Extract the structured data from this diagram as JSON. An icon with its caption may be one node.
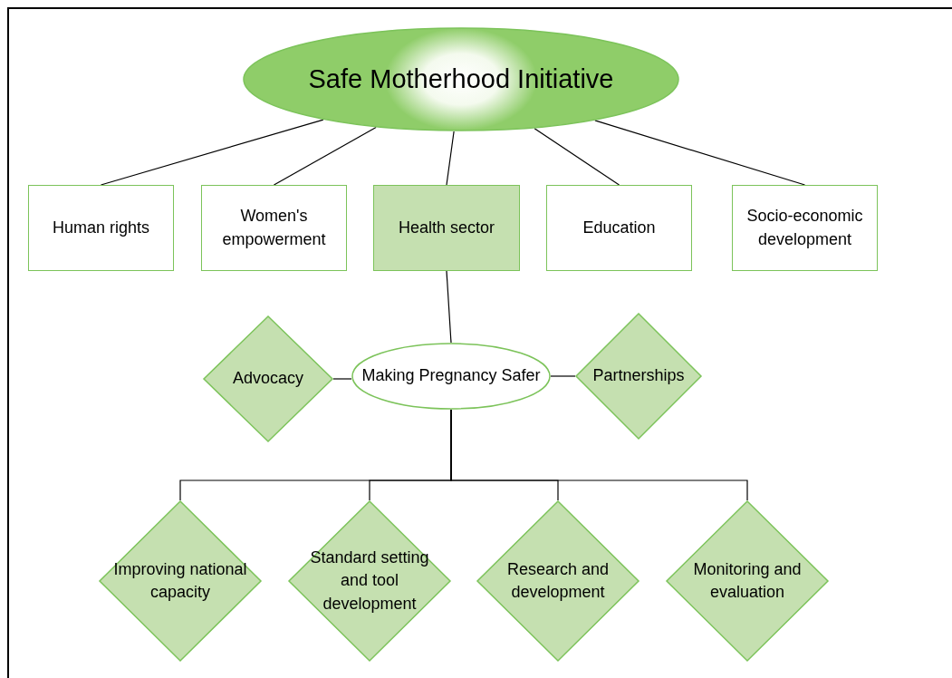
{
  "diagram": {
    "nodes": [
      {
        "text": [
          "Safe Motherhood Initiative"
        ]
      },
      {
        "text": [
          "Human rights"
        ]
      },
      {
        "text": [
          "Women's empowerment"
        ]
      },
      {
        "text": [
          "Health sector"
        ]
      },
      {
        "text": [
          "Education"
        ]
      },
      {
        "text": [
          "Socio-economic development"
        ]
      },
      {
        "text": [
          "Making Pregnancy Safer"
        ]
      },
      {
        "text": [
          "Advocacy"
        ]
      },
      {
        "text": [
          "Partnerships"
        ]
      },
      {
        "text": [
          "Improving national capacity"
        ]
      },
      {
        "text": [
          "Standard setting and tool development"
        ]
      },
      {
        "text": [
          "Research and development"
        ]
      },
      {
        "text": [
          "Monitoring and evaluation"
        ]
      }
    ],
    "edges": [
      {
        "from": 0,
        "to": 1,
        "arrow": "none"
      },
      {
        "from": 0,
        "to": 2,
        "arrow": "none"
      },
      {
        "from": 0,
        "to": 3,
        "arrow": "none"
      },
      {
        "from": 0,
        "to": 4,
        "arrow": "none"
      },
      {
        "from": 0,
        "to": 5,
        "arrow": "none"
      },
      {
        "from": 3,
        "to": 6,
        "arrow": "none"
      },
      {
        "from": 6,
        "to": 7,
        "arrow": "none"
      },
      {
        "from": 6,
        "to": 8,
        "arrow": "none"
      },
      {
        "from": 6,
        "to": 9,
        "arrow": "none"
      },
      {
        "from": 6,
        "to": 10,
        "arrow": "none"
      },
      {
        "from": 6,
        "to": 11,
        "arrow": "none"
      },
      {
        "from": 6,
        "to": 12,
        "arrow": "none"
      }
    ]
  }
}
